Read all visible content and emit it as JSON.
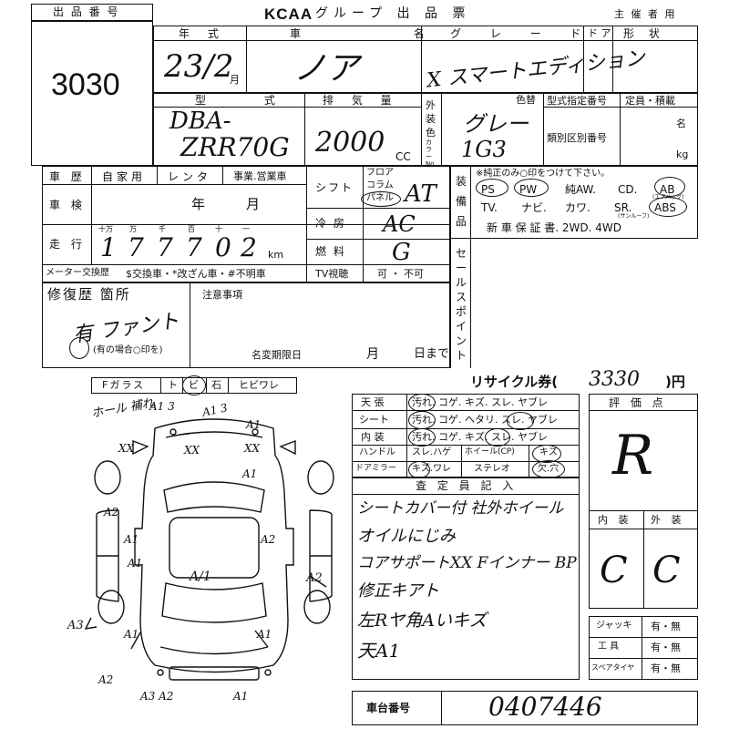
{
  "header": {
    "lot_label": "出 品 番 号",
    "lot_number": "3030",
    "brand": "KCAA",
    "title": "グループ 出 品 票",
    "organizer": "主 催 者 用"
  },
  "top_row": {
    "year_label": "年 式",
    "name_label": "車 名",
    "grade_label": "グ レ ー ド",
    "door_label": "ド ア",
    "shape_label": "形 状",
    "year_value": "23/2",
    "month_label": "月",
    "name_value": "ノア",
    "grade_value": "X スマートエディション"
  },
  "model_row": {
    "model_label": "型 式",
    "model_value_1": "DBA-",
    "model_value_2": "ZRR70G",
    "disp_label": "排 気 量",
    "disp_value": "2000",
    "cc_label": "CC",
    "exterior_label": "外装色",
    "color_no_label": "カラーNo.",
    "color_change_label": "色替",
    "color_value": "グレー",
    "color_code": "1G3",
    "type_designation_label": "型式指定番号",
    "category_label": "類別区別番号",
    "capacity_label": "定員・積載",
    "persons_unit": "名",
    "kg_unit": "kg"
  },
  "history": {
    "history_label": "車 歴",
    "private": "自家用",
    "rental": "レンタ",
    "business": "事業.営業車",
    "inspection_label": "車 検",
    "year_unit": "年",
    "month_unit": "月",
    "mileage_label": "走 行",
    "digit_labels": [
      "十万",
      "万",
      "千",
      "百",
      "十",
      "一"
    ],
    "mileage_digits": [
      "1",
      "7",
      "7",
      "7",
      "0",
      "2"
    ],
    "km_unit": "km",
    "meter_label": "メーター交換歴",
    "meter_options": "$交換車・*改ざん車・#不明車",
    "shift_label": "シフト",
    "shift_options": [
      "フロア",
      "コラム",
      "パネル"
    ],
    "shift_value": "AT",
    "ac_label": "冷 房",
    "ac_value": "AC",
    "fuel_label": "燃 料",
    "fuel_value": "G",
    "tv_label": "TV視聴",
    "tv_options": "可 ・ 不可",
    "sale_point_label": "セールスポイント"
  },
  "equipment": {
    "label": "装備品",
    "note": "※純正のみ○印をつけて下さい。",
    "row1": [
      "PS",
      "PW",
      "純AW.",
      "CD.",
      "AB"
    ],
    "airbag_note": "(エアバッグ)",
    "row2": [
      "TV.",
      "ナビ.",
      "カワ.",
      "SR.",
      "ABS"
    ],
    "sunroof_note": "(サンルーフ)",
    "row3": "新 車 保 証 書.  2WD.  4WD"
  },
  "repair": {
    "label": "修復歴 箇所",
    "notes_label": "注意事項",
    "hw_value": "有 ファント",
    "note": "(有の場合○印を)",
    "deadline_label": "名変期限日",
    "month_unit": "月",
    "day_unit": "日まで"
  },
  "glass": {
    "label": "Fガラス",
    "options": [
      "ト",
      "ビ",
      "石",
      "ヒビワレ"
    ]
  },
  "recycle": {
    "label": "リサイクル券(",
    "amount": "3330",
    "yen": ")円"
  },
  "interior_table": {
    "rows": [
      {
        "label": "天 張",
        "options": "汚れ. コゲ. キズ. スレ. ヤブレ"
      },
      {
        "label": "シート",
        "options": "汚れ. コゲ. ヘタリ. スレ. ヤブレ"
      },
      {
        "label": "内 装",
        "options": "汚れ. コゲ. キズ. スレ. ヤブレ"
      }
    ],
    "handle_label": "ハンドル",
    "handle_options": "スレ.ハゲ",
    "wheel_label": "ホイール(CP)",
    "wheel_options": "キズ",
    "mirror_label": "ドアミラー",
    "mirror_options": "キズ.ワレ",
    "stereo_label": "ステレオ",
    "stereo_options": "欠.穴"
  },
  "assessor": {
    "label": "査 定 員 記 入",
    "lines": [
      "シートカバー付  社外ホイール",
      "オイルにじみ",
      "コアサポートXX  Fインナー BP",
      "修正キアト",
      "左Rヤ角Aいキズ",
      "天A1"
    ]
  },
  "score": {
    "label": "評 価 点",
    "value": "R",
    "interior_label": "内 装",
    "exterior_label": "外 装",
    "interior_value": "C",
    "exterior_value": "C"
  },
  "tools": {
    "rows": [
      {
        "label": "ジャッキ",
        "options": "有・無"
      },
      {
        "label": "工 具",
        "options": "有・無"
      },
      {
        "label": "スペアタイヤ",
        "options": "有・無"
      }
    ]
  },
  "chassis": {
    "label": "車台番号",
    "value": "0407446"
  },
  "diagram_marks": {
    "m1": "ホール 補れ",
    "m2": "A1 3",
    "m3": "A1 3",
    "m4": "A1",
    "m5": "XX",
    "m6": "XX",
    "m7": "XX",
    "m8": "A1",
    "m9": "A2",
    "m10": "A1",
    "m11": "A2",
    "m12": "A1",
    "m13": "A/1",
    "m14": "A2",
    "m15": "A3",
    "m16": "A1",
    "m17": "A1",
    "m18": "A2",
    "m19": "A3 A2",
    "m20": "A1"
  }
}
